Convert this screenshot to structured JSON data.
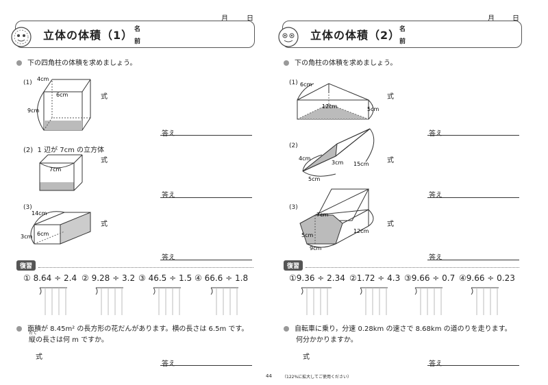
{
  "left": {
    "month": "月",
    "day": "日",
    "title": "立体の体積（1）",
    "name_label_1": "名",
    "name_label_2": "前",
    "instruction": "下の四角柱の体積を求めましょう。",
    "problems": [
      {
        "num": "(1)",
        "dims": [
          "4cm",
          "6cm",
          "9cm"
        ]
      },
      {
        "num": "(2)",
        "text": "1 辺が 7cm の立方体",
        "dims": [
          "7cm"
        ]
      },
      {
        "num": "(3)",
        "dims": [
          "14cm",
          "6cm",
          "3cm"
        ]
      }
    ],
    "shiki": "式",
    "answer": "答え",
    "review_label": "復習",
    "review": [
      {
        "num": "①",
        "expr": "8.64 ÷ 2.4"
      },
      {
        "num": "②",
        "expr": "9.28 ÷ 3.2"
      },
      {
        "num": "③",
        "expr": "46.5 ÷ 1.5"
      },
      {
        "num": "④",
        "expr": "66.6 ÷ 1.8"
      }
    ],
    "word_problem_1": "面積が 8.45m² の長方形の花だんがあります。横の長さは 6.5m です。",
    "word_problem_2": "縦の長さは何 m ですか。",
    "furigana": "たて"
  },
  "right": {
    "month": "月",
    "day": "日",
    "title": "立体の体積（2）",
    "name_label_1": "名",
    "name_label_2": "前",
    "instruction": "下の角柱の体積を求めましょう。",
    "problems": [
      {
        "num": "(1)",
        "dims": [
          "6cm",
          "12cm",
          "5cm"
        ]
      },
      {
        "num": "(2)",
        "dims": [
          "4cm",
          "3cm",
          "15cm",
          "5cm"
        ]
      },
      {
        "num": "(3)",
        "dims": [
          "7cm",
          "5cm",
          "9cm",
          "12cm"
        ]
      }
    ],
    "shiki": "式",
    "answer": "答え",
    "review_label": "復習",
    "review": [
      {
        "num": "①",
        "expr": "9.36 ÷ 2.34"
      },
      {
        "num": "②",
        "expr": "1.72 ÷ 4.3"
      },
      {
        "num": "③",
        "expr": "9.66 ÷ 0.7"
      },
      {
        "num": "④",
        "expr": "9.66 ÷ 0.23"
      }
    ],
    "word_problem_1": "自転車に乗り，分速 0.28km の速さで 8.68km の道のりを走ります。",
    "word_problem_2": "何分かかりますか。"
  },
  "footer": {
    "page_number": "44",
    "note": "（122%に拡大してご使用ください）"
  }
}
